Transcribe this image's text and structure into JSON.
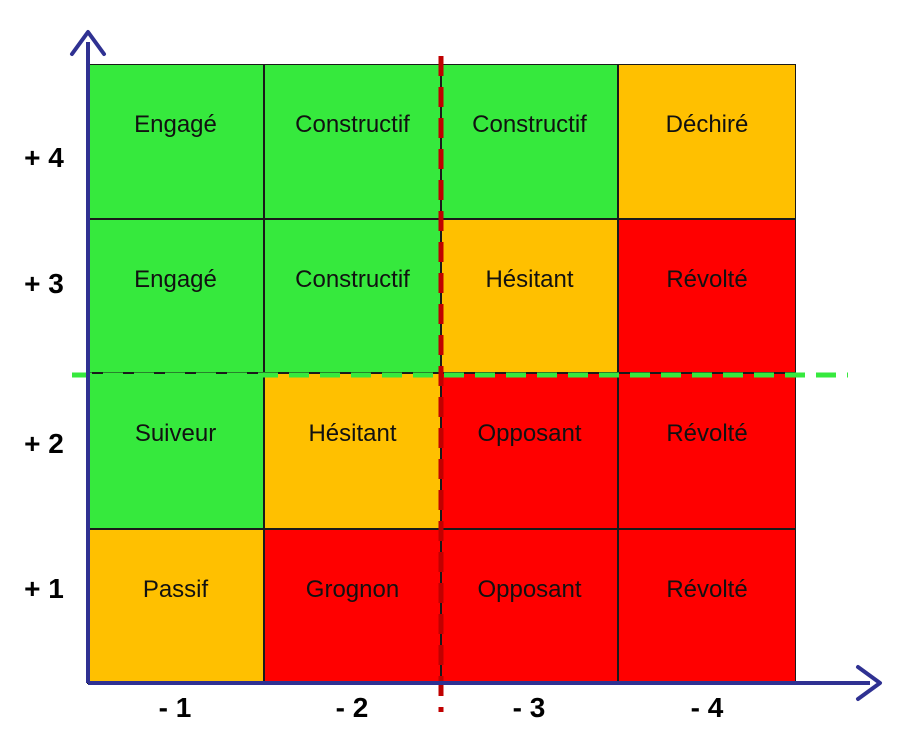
{
  "colors": {
    "green": "#36e93d",
    "orange": "#ffc000",
    "red": "#ff0000",
    "axis": "#2f3192",
    "vertical_dash": "#c00000",
    "horizontal_dash": "#36e93d"
  },
  "y_axis_labels": [
    "+ 4",
    "+ 3",
    "+ 2",
    "+ 1"
  ],
  "x_axis_labels": [
    "- 1",
    "- 2",
    "- 3",
    "- 4"
  ],
  "grid": [
    [
      {
        "label": "Engagé",
        "color": "green"
      },
      {
        "label": "Constructif",
        "color": "green"
      },
      {
        "label": "Constructif",
        "color": "green"
      },
      {
        "label": "Déchiré",
        "color": "orange"
      }
    ],
    [
      {
        "label": "Engagé",
        "color": "green"
      },
      {
        "label": "Constructif",
        "color": "green"
      },
      {
        "label": "Hésitant",
        "color": "orange"
      },
      {
        "label": "Révolté",
        "color": "red"
      }
    ],
    [
      {
        "label": "Suiveur",
        "color": "green"
      },
      {
        "label": "Hésitant",
        "color": "orange"
      },
      {
        "label": "Opposant",
        "color": "red"
      },
      {
        "label": "Révolté",
        "color": "red"
      }
    ],
    [
      {
        "label": "Passif",
        "color": "orange"
      },
      {
        "label": "Grognon",
        "color": "red"
      },
      {
        "label": "Opposant",
        "color": "red"
      },
      {
        "label": "Révolté",
        "color": "red"
      }
    ]
  ]
}
